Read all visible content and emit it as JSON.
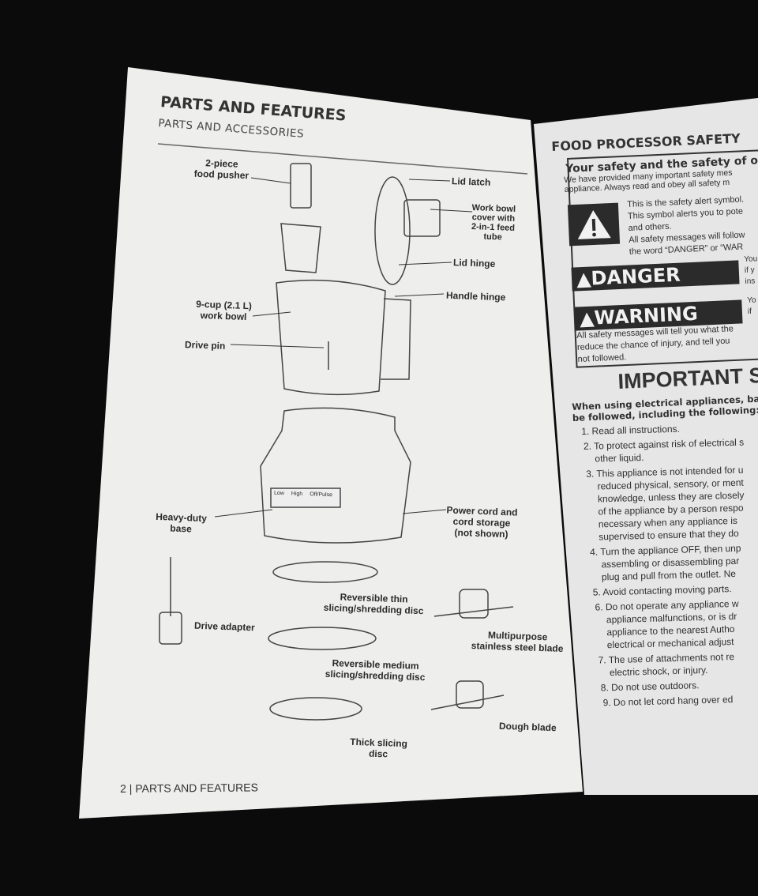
{
  "left_page": {
    "title": "PARTS AND FEATURES",
    "subtitle": "PARTS AND ACCESSORIES",
    "labels": {
      "food_pusher": "2-piece\nfood pusher",
      "lid_latch": "Lid latch",
      "work_bowl_cover": "Work bowl\ncover with\n2-in-1 feed\ntube",
      "lid_hinge": "Lid hinge",
      "handle_hinge": "Handle hinge",
      "work_bowl": "9-cup (2.1 L)\nwork bowl",
      "drive_pin": "Drive pin",
      "base": "Heavy-duty\nbase",
      "power_cord": "Power cord and\ncord storage\n(not shown)",
      "thin_disc": "Reversible thin\nslicing/shredding disc",
      "drive_adapter": "Drive adapter",
      "multipurpose_blade": "Multipurpose\nstainless steel blade",
      "medium_disc": "Reversible medium\nslicing/shredding disc",
      "dough_blade": "Dough blade",
      "thick_disc": "Thick slicing\ndisc"
    },
    "buttons": {
      "low": "Low",
      "high": "High",
      "off_pulse": "Off/Pulse"
    },
    "footer": {
      "page_number": "2",
      "separator": "|",
      "section": "PARTS AND FEATURES"
    }
  },
  "right_page": {
    "title": "FOOD PROCESSOR SAFETY",
    "box_heading": "Your safety and the safety of ot",
    "intro": [
      "We have provided many important safety mes",
      "appliance. Always read and obey all safety m"
    ],
    "symbol_text": [
      "This is the safety alert symbol.",
      "This symbol alerts you to pote",
      "and others.",
      "All safety messages will follow",
      "the word “DANGER” or “WAR"
    ],
    "danger_label": "DANGER",
    "danger_text": [
      "You",
      "if y",
      "ins"
    ],
    "warning_label": "WARNING",
    "warning_text": [
      "Yo",
      "if"
    ],
    "closing": [
      "All safety messages will tell you what the",
      "reduce the chance of injury, and tell you",
      "not followed."
    ],
    "important_heading": "IMPORTANT S",
    "lead": [
      "When using electrical appliances, ba",
      "be followed, including the following:"
    ],
    "items": [
      [
        "1. Read all instructions."
      ],
      [
        "2. To protect against risk of electrical s",
        "other liquid."
      ],
      [
        "3. This appliance is not intended for u",
        "reduced physical, sensory, or ment",
        "knowledge, unless they are closely",
        "of the appliance by a person respo",
        "necessary when any appliance is",
        "supervised to ensure that they do"
      ],
      [
        "4. Turn the appliance OFF, then unp",
        "assembling or disassembling par",
        "plug and pull from the outlet. Ne"
      ],
      [
        "5. Avoid contacting moving parts."
      ],
      [
        "6. Do not operate any appliance w",
        "appliance malfunctions, or is dr",
        "appliance to the nearest Autho",
        "electrical or mechanical adjust"
      ],
      [
        "7. The use of attachments not re",
        "electric shock, or injury."
      ],
      [
        "8. Do not use outdoors."
      ],
      [
        "9. Do not let cord hang over ed"
      ]
    ]
  }
}
